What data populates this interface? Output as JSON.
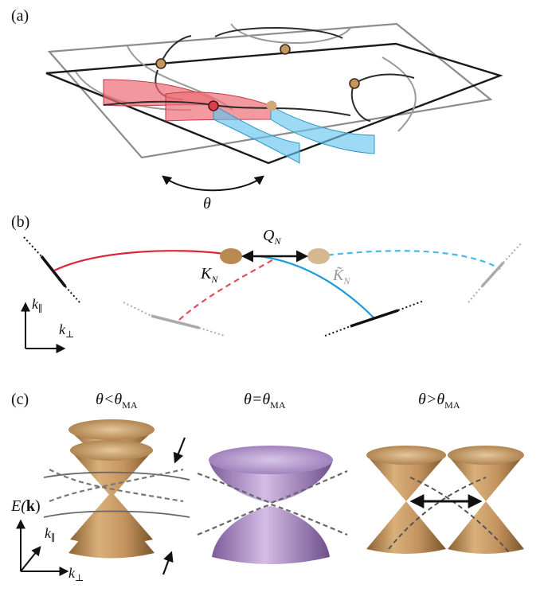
{
  "panels": {
    "a": {
      "label": "(a)",
      "angle_symbol": "θ"
    },
    "b": {
      "label": "(b)",
      "q": "Q",
      "q_sub": "N",
      "k": "K",
      "k_sub": "N",
      "ktilde": "K̃",
      "ktilde_sub": "N",
      "axis_par": "k",
      "axis_par_sub": "∥",
      "axis_perp": "k",
      "axis_perp_sub": "⊥"
    },
    "c": {
      "label": "(c)",
      "titles": [
        {
          "lhs": "θ<θ",
          "sub": "MA"
        },
        {
          "lhs": "θ=θ",
          "sub": "MA"
        },
        {
          "lhs": "θ>θ",
          "sub": "MA"
        }
      ],
      "energy_label": "E(",
      "energy_k": "k",
      "energy_close": ")",
      "axis_par": "k",
      "axis_par_sub": "∥",
      "axis_perp": "k",
      "axis_perp_sub": "⊥"
    }
  },
  "colors": {
    "red_band": "#e8505a",
    "blue_band": "#3fb6e8",
    "gold_cone": "#b88a52",
    "purple_cone": "#a27fbe",
    "dot": "#c7955f"
  }
}
